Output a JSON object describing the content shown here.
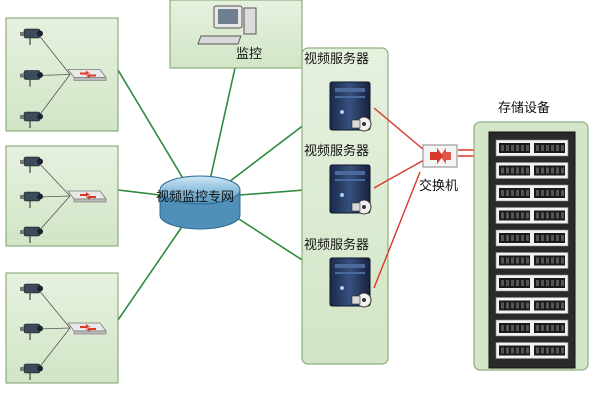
{
  "labels": {
    "monitor": "监控",
    "network": "视频监控专网",
    "servers": [
      "视频服务器",
      "视频服务器",
      "视频服务器"
    ],
    "switch": "交换机",
    "storage": "存储设备"
  },
  "colors": {
    "panel_fill": "#dcebd3",
    "panel_stroke": "#7aa06a",
    "green_line": "#2f8a3c",
    "red_line": "#d83a2a",
    "network_fill": "#8fc0de",
    "server_fill": "#2a3f66",
    "storage_fill": "#1d1d1d"
  },
  "camera_groups": [
    {
      "cameras": 3,
      "hub": "camera-hub"
    },
    {
      "cameras": 3,
      "hub": "camera-hub"
    },
    {
      "cameras": 3,
      "hub": "camera-hub"
    }
  ],
  "storage_units": 10
}
